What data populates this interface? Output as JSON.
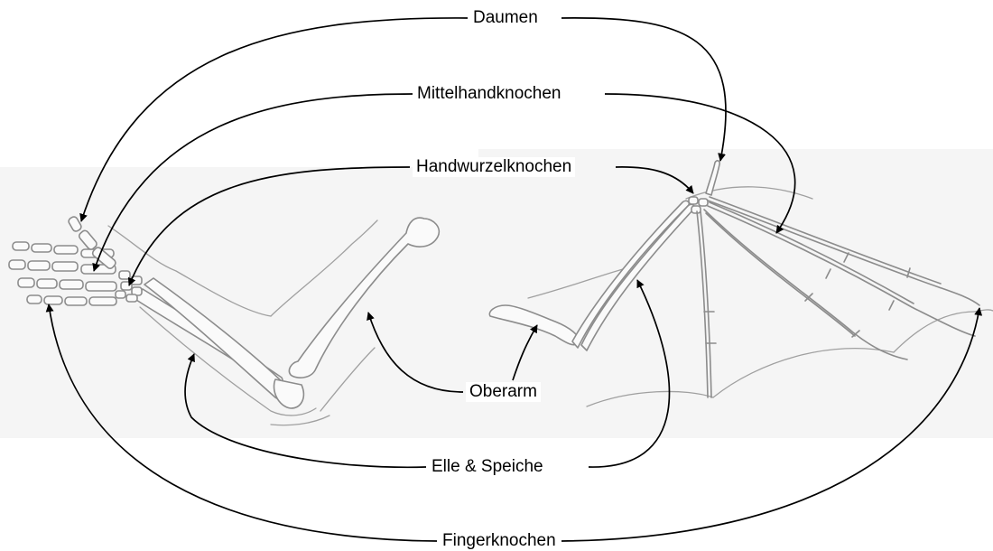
{
  "labels": {
    "daumen": "Daumen",
    "mittelhandknochen": "Mittelhandknochen",
    "handwurzelknochen": "Handwurzelknochen",
    "oberarm": "Oberarm",
    "elle_speiche": "Elle & Speiche",
    "fingerknochen": "Fingerknochen"
  }
}
